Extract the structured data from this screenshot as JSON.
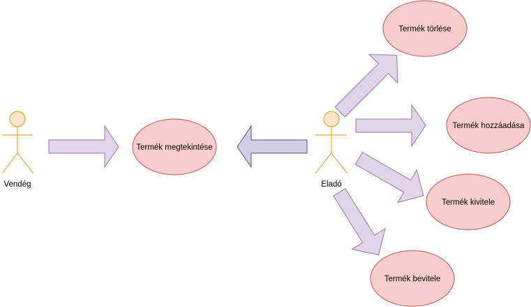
{
  "colors": {
    "actor_fill": "#ffe6cc",
    "actor_stroke": "#d79b00",
    "usecase_fill": "#f8cecc",
    "usecase_stroke": "#b85450",
    "arrow_fill": "#e1d5e7",
    "arrow_stroke": "#9673a6",
    "arrow_dark_fill": "#d0cee2",
    "arrow_dark_stroke": "#56517e"
  },
  "actors": [
    {
      "id": "vendeg",
      "label": "Vendég"
    },
    {
      "id": "elado",
      "label": "Eladó"
    }
  ],
  "use_cases": [
    {
      "id": "megtekintese",
      "label": "Termék megtekintése"
    },
    {
      "id": "torlese",
      "label": "Termék törlése"
    },
    {
      "id": "hozzaadasa",
      "label": "Termék hozzáadása"
    },
    {
      "id": "kivitele",
      "label": "Termék kivitele"
    },
    {
      "id": "bevitele",
      "label": "Termék bevitele"
    }
  ],
  "arrows": [
    {
      "from": "vendeg",
      "to": "megtekintese"
    },
    {
      "from": "elado",
      "to": "megtekintese"
    },
    {
      "from": "elado",
      "to": "torlese"
    },
    {
      "from": "elado",
      "to": "hozzaadasa"
    },
    {
      "from": "elado",
      "to": "kivitele"
    },
    {
      "from": "elado",
      "to": "bevitele"
    }
  ]
}
